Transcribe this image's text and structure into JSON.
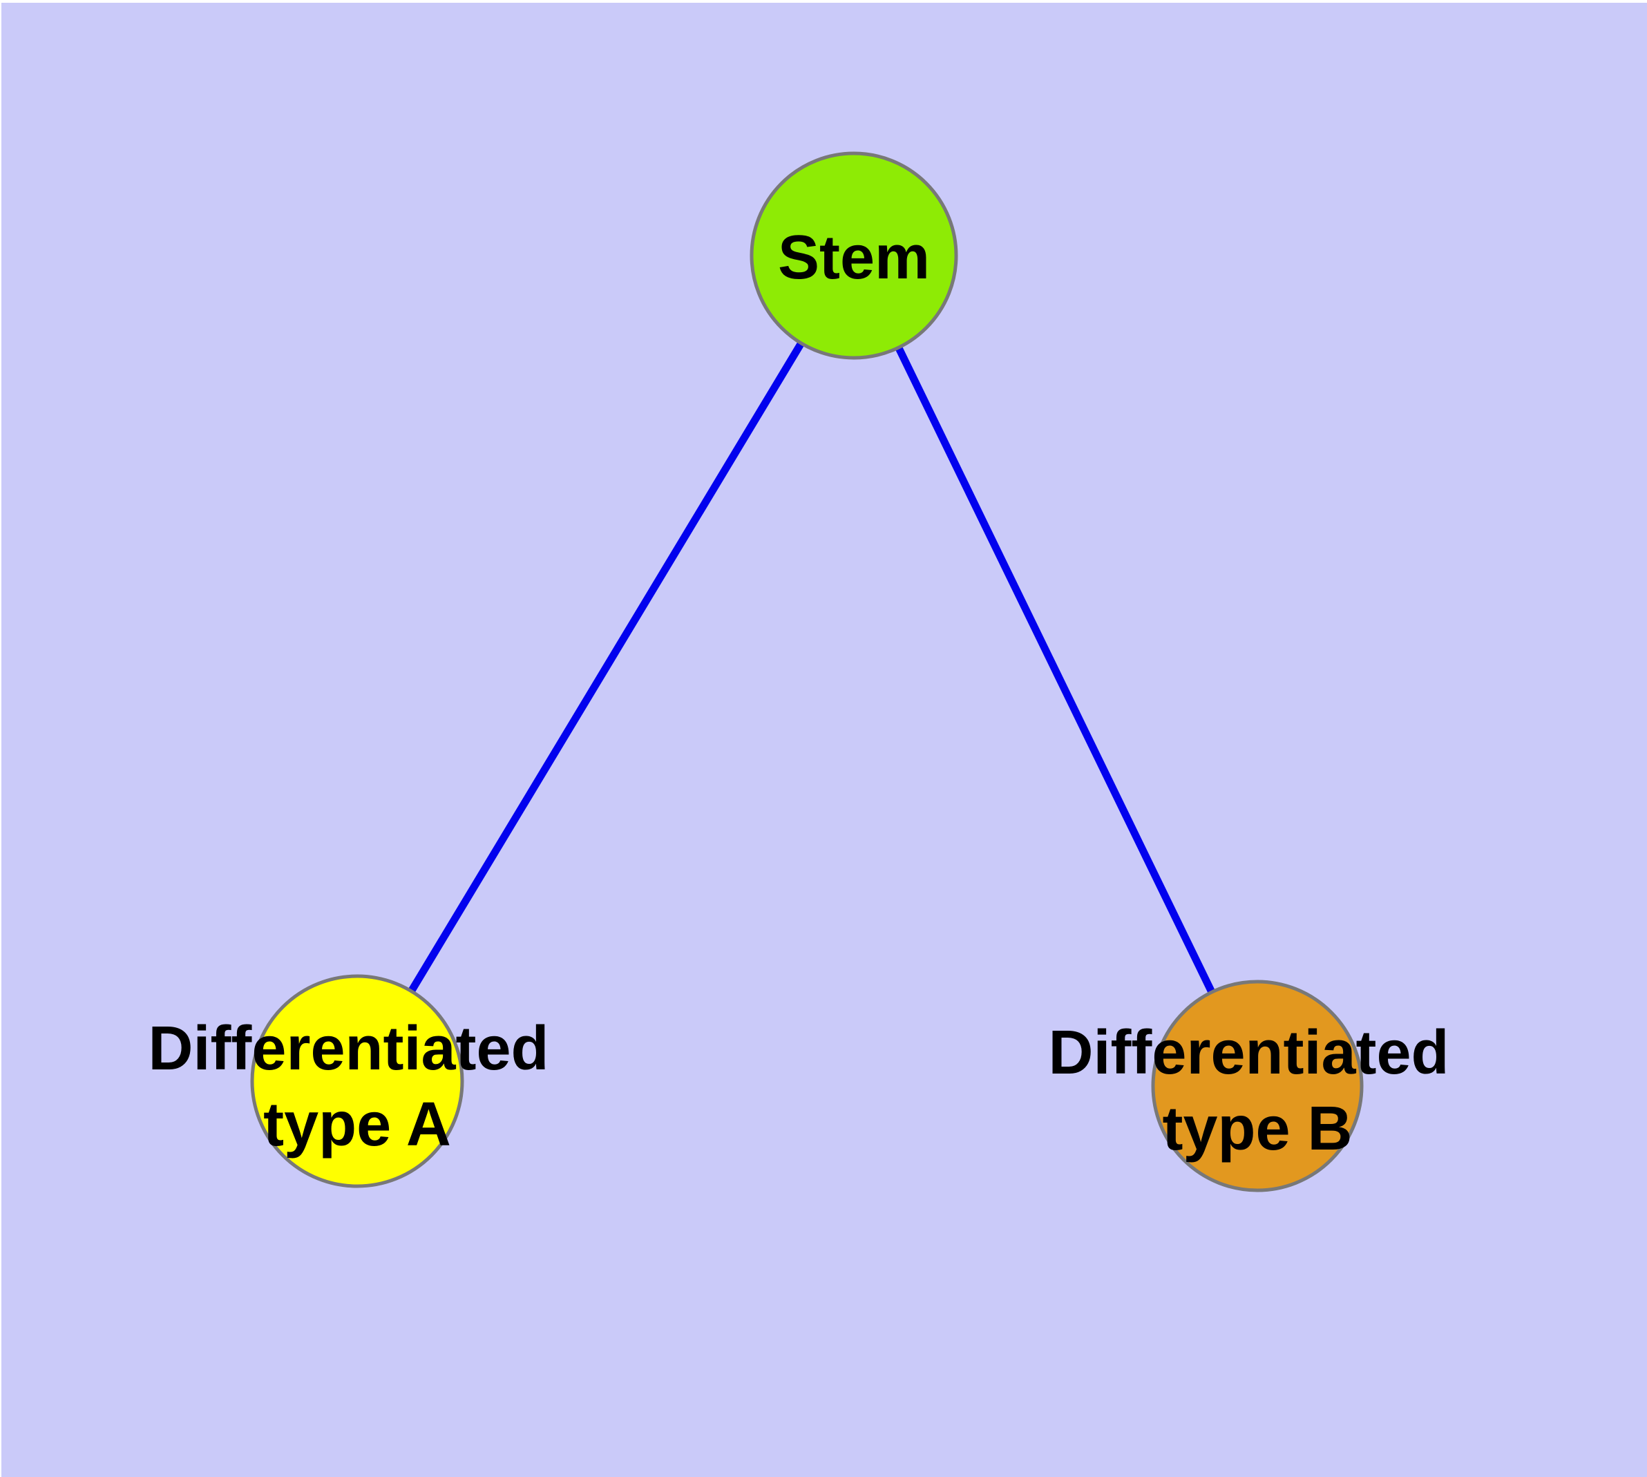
{
  "diagram": {
    "background_color": "#CACAF9",
    "page_margin_color": "#FFFFFF",
    "edge_color": "#0202EE",
    "node_border_color": "#787878",
    "label_color": "#000000",
    "nodes": {
      "stem": {
        "label": "Stem",
        "fill": "#8EEB05"
      },
      "type_a": {
        "label_line1": "Differentiated",
        "label_line2": "type A",
        "fill": "#FFFF00"
      },
      "type_b": {
        "label_line1": "Differentiated",
        "label_line2": "type B",
        "fill": "#E2981F"
      }
    },
    "edges": [
      {
        "from": "Stem",
        "to": "Differentiated type A"
      },
      {
        "from": "Stem",
        "to": "Differentiated type B"
      }
    ]
  }
}
